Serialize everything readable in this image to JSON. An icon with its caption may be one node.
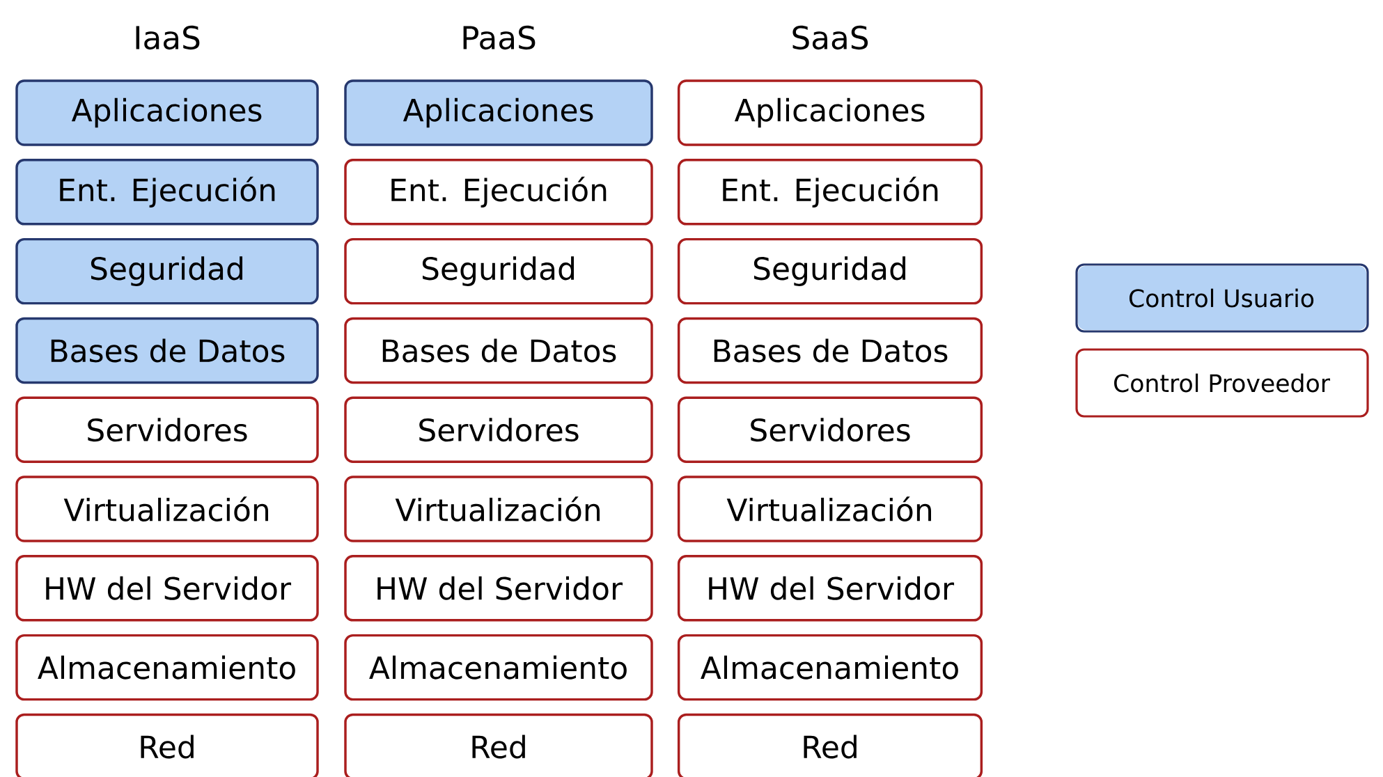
{
  "diagram": {
    "nodes": [
      {
        "text": [
          "Aplicaciones"
        ]
      },
      {
        "text": [
          "Aplicaciones"
        ]
      },
      {
        "text": [
          "Aplicaciones"
        ]
      },
      {
        "text": [
          "Ent. Ejecución"
        ]
      },
      {
        "text": [
          "Ent. Ejecución"
        ]
      },
      {
        "text": [
          "Ent. Ejecución"
        ]
      },
      {
        "text": [
          "Seguridad"
        ]
      },
      {
        "text": [
          "Seguridad"
        ]
      },
      {
        "text": [
          "Seguridad"
        ]
      },
      {
        "text": [
          "Bases de Datos"
        ]
      },
      {
        "text": [
          "Bases de Datos"
        ]
      },
      {
        "text": [
          "Bases de Datos"
        ]
      },
      {
        "text": [
          "Servidores"
        ]
      },
      {
        "text": [
          "Servidores"
        ]
      },
      {
        "text": [
          "Servidores"
        ]
      },
      {
        "text": [
          "Virtualización"
        ]
      },
      {
        "text": [
          "Virtualización"
        ]
      },
      {
        "text": [
          "Virtualización"
        ]
      },
      {
        "text": [
          "HW del Servidor"
        ]
      },
      {
        "text": [
          "HW del Servidor"
        ]
      },
      {
        "text": [
          "HW del Servidor"
        ]
      },
      {
        "text": [
          "Almacenamiento"
        ]
      },
      {
        "text": [
          "Almacenamiento"
        ]
      },
      {
        "text": [
          "Almacenamiento"
        ]
      },
      {
        "text": [
          "Red"
        ]
      },
      {
        "text": [
          "Red"
        ]
      },
      {
        "text": [
          "Red"
        ]
      }
    ],
    "labels": [
      "IaaS",
      "PaaS",
      "SaaS"
    ],
    "legend": [
      {
        "text": "Control Usuario",
        "color": "#b4d2f5"
      },
      {
        "text": "Control Proveedor",
        "color": "#ffffff"
      }
    ]
  }
}
